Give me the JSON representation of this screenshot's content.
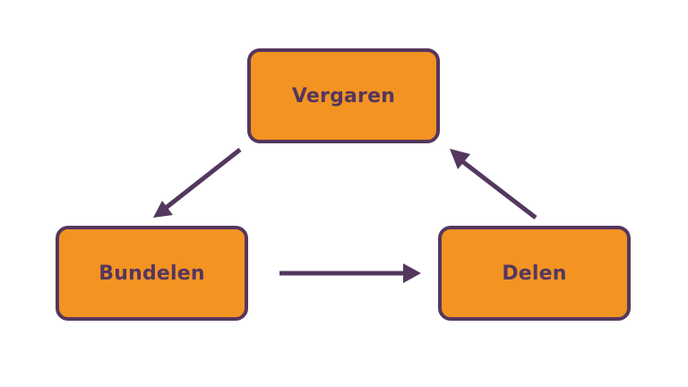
{
  "diagram": {
    "nodes": {
      "top": {
        "label": "Vergaren"
      },
      "left": {
        "label": "Bundelen"
      },
      "right": {
        "label": "Delen"
      }
    },
    "edges": [
      {
        "from": "Vergaren",
        "to": "Bundelen"
      },
      {
        "from": "Bundelen",
        "to": "Delen"
      },
      {
        "from": "Delen",
        "to": "Vergaren"
      }
    ]
  },
  "colors": {
    "box_fill": "#f39322",
    "outline": "#54375e",
    "text": "#54375e"
  }
}
